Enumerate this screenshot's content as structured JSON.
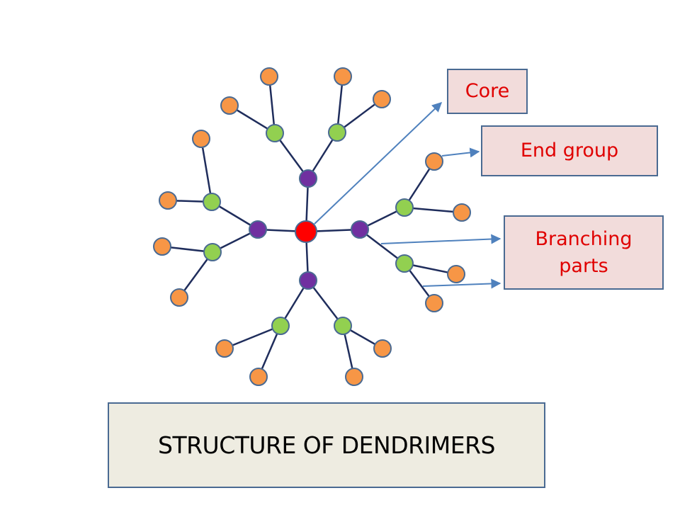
{
  "labels": {
    "core": "Core",
    "end_group": "End group",
    "branching_line1": "Branching",
    "branching_line2": "parts"
  },
  "title": "STRUCTURE OF DENDRIMERS",
  "colors": {
    "core": "#ff0000",
    "branch_gen1": "#7030a0",
    "branch_gen2": "#92d050",
    "end_group": "#f79646",
    "node_outline": "#4a6a92",
    "bond": "#1f2d5c",
    "arrow": "#4f81bd",
    "label_text": "#e00000",
    "label_fill": "#f2dcdb",
    "title_fill": "#eeece1"
  }
}
